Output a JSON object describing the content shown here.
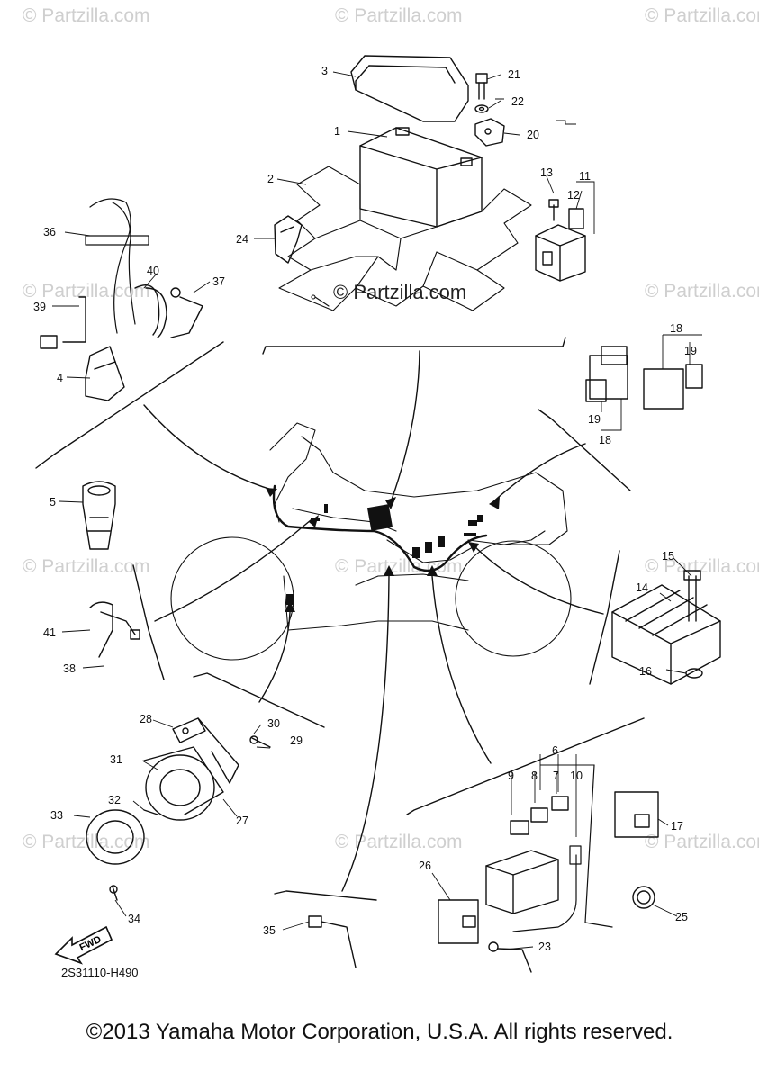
{
  "watermarks": {
    "text": "© Partzilla.com",
    "center_text": "© Partzilla.com"
  },
  "diagram_code": "2S31110-H490",
  "fwd_label": "FWD",
  "footer": "©2013 Yamaha Motor Corporation, U.S.A. All rights reserved.",
  "callouts": {
    "c1": "1",
    "c2": "2",
    "c3": "3",
    "c4": "4",
    "c5": "5",
    "c6": "6",
    "c7": "7",
    "c8": "8",
    "c9": "9",
    "c10": "10",
    "c11": "11",
    "c12": "12",
    "c13": "13",
    "c14": "14",
    "c15": "15",
    "c16": "16",
    "c17": "17",
    "c18a": "18",
    "c18b": "18",
    "c19a": "19",
    "c19b": "19",
    "c20": "20",
    "c21": "21",
    "c22": "22",
    "c23": "23",
    "c24": "24",
    "c25": "25",
    "c26": "26",
    "c27": "27",
    "c28": "28",
    "c29": "29",
    "c30": "30",
    "c31": "31",
    "c32": "32",
    "c33": "33",
    "c34": "34",
    "c35": "35",
    "c36": "36",
    "c37": "37",
    "c38": "38",
    "c39": "39",
    "c40": "40",
    "c41": "41"
  }
}
